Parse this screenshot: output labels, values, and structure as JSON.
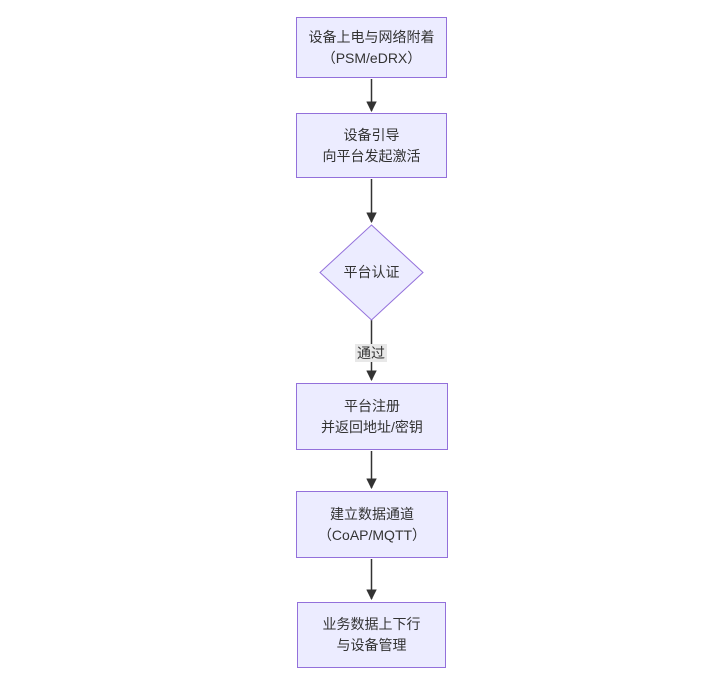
{
  "diagram": {
    "type": "flowchart",
    "direction": "top-down",
    "colors": {
      "node_fill": "#ECECFF",
      "node_border": "#9370DB",
      "arrow": "#333333",
      "edge_label_bg": "#e8e8e8",
      "text": "#333333",
      "background": "#ffffff"
    },
    "nodes": {
      "power_attach": {
        "shape": "rect",
        "line1": "设备上电与网络附着",
        "line2": "（PSM/eDRX）"
      },
      "bootstrap": {
        "shape": "rect",
        "line1": "设备引导",
        "line2": "向平台发起激活"
      },
      "auth": {
        "shape": "diamond",
        "line1": "平台认证"
      },
      "register": {
        "shape": "rect",
        "line1": "平台注册",
        "line2": "并返回地址/密钥"
      },
      "data_channel": {
        "shape": "rect",
        "line1": "建立数据通道",
        "line2": "（CoAP/MQTT）"
      },
      "business": {
        "shape": "rect",
        "line1": "业务数据上下行",
        "line2": "与设备管理"
      }
    },
    "edges": {
      "auth_to_register_label": "通过"
    }
  }
}
